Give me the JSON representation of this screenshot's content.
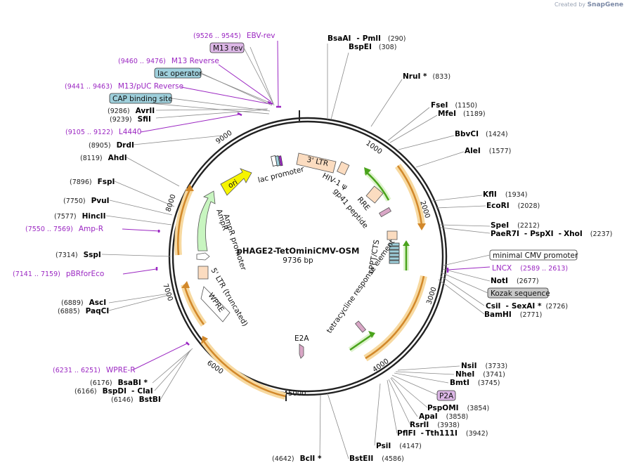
{
  "brand": {
    "prefix": "Created by",
    "name": "SnapGene"
  },
  "plasmid": {
    "name": "pHAGE2-TetOminiCMV-OSM",
    "length": "9736 bp"
  },
  "ticks": [
    "1000",
    "2000",
    "3000",
    "4000",
    "5000",
    "6000",
    "7000",
    "8000",
    "9000"
  ],
  "sites": [
    {
      "name": "BsaAI",
      "sep": "-",
      "name2": "PmlI",
      "pos": "(290)"
    },
    {
      "name": "BspEI",
      "pos": "(308)"
    },
    {
      "name": "NruI *",
      "pos": "(833)"
    },
    {
      "name": "FseI",
      "pos": "(1150)"
    },
    {
      "name": "MfeI",
      "pos": "(1189)"
    },
    {
      "name": "BbvCI",
      "pos": "(1424)"
    },
    {
      "name": "AleI",
      "pos": "(1577)"
    },
    {
      "name": "KflI",
      "pos": "(1934)"
    },
    {
      "name": "EcoRI",
      "pos": "(2028)"
    },
    {
      "name": "SpeI",
      "pos": "(2212)"
    },
    {
      "name": "PaeR7I",
      "sep": "-",
      "name2": "PspXI",
      "sep2": "-",
      "name3": "XhoI",
      "pos": "(2237)"
    },
    {
      "name": "NotI",
      "pos": "(2677)"
    },
    {
      "name": "CsiI",
      "sep": "-",
      "name2": "SexAI *",
      "pos": "(2726)"
    },
    {
      "name": "BamHI",
      "pos": "(2771)"
    },
    {
      "name": "NsiI",
      "pos": "(3733)"
    },
    {
      "name": "NheI",
      "pos": "(3741)"
    },
    {
      "name": "BmtI",
      "pos": "(3745)"
    },
    {
      "name": "PspOMI",
      "pos": "(3854)"
    },
    {
      "name": "ApaI",
      "pos": "(3858)"
    },
    {
      "name": "RsrII",
      "pos": "(3938)"
    },
    {
      "name": "PflFI",
      "sep": "-",
      "name2": "Tth111I",
      "pos": "(3942)"
    },
    {
      "name": "PsiI",
      "pos": "(4147)"
    },
    {
      "name": "BstEII",
      "pos": "(4586)"
    },
    {
      "name": "BclI *",
      "pos": "(4642)"
    },
    {
      "name": "BstBI",
      "pos": "(6146)"
    },
    {
      "name": "ClaI",
      "sep": "-",
      "pre": "BspDI",
      "pos": "(6166)"
    },
    {
      "name": "BsaBI *",
      "pos": "(6176)"
    },
    {
      "name": "PaqCI",
      "pos": "(6885)"
    },
    {
      "name": "AscI",
      "pos": "(6889)"
    },
    {
      "name": "SspI",
      "pos": "(7314)"
    },
    {
      "name": "HincII",
      "pos": "(7577)"
    },
    {
      "name": "PvuI",
      "pos": "(7750)"
    },
    {
      "name": "FspI",
      "pos": "(7896)"
    },
    {
      "name": "AhdI",
      "pos": "(8119)"
    },
    {
      "name": "DrdI",
      "pos": "(8905)"
    },
    {
      "name": "SfiI",
      "pos": "(9239)"
    },
    {
      "name": "AvrII",
      "pos": "(9286)"
    }
  ],
  "primers": [
    {
      "name": "EBV-rev",
      "range": "(9526 .. 9545)"
    },
    {
      "name": "M13 Reverse",
      "range": "(9460 .. 9476)"
    },
    {
      "name": "M13/pUC Reverse",
      "range": "(9441 .. 9463)"
    },
    {
      "name": "L4440",
      "range": "(9105 .. 9122)"
    },
    {
      "name": "Amp-R",
      "range": "(7550 .. 7569)"
    },
    {
      "name": "pBRforEco",
      "range": "(7141 .. 7159)"
    },
    {
      "name": "WPRE-R",
      "range": "(6231 .. 6251)"
    },
    {
      "name": "LNCX",
      "range": "(2589 .. 2613)"
    }
  ],
  "boxed_features": {
    "m13_rev": "M13 rev",
    "lac_operator": "lac operator",
    "cap_site": "CAP binding site",
    "min_cmv": "minimal CMV promoter",
    "kozak": "Kozak sequence",
    "p2a": "P2A"
  },
  "features": {
    "three_ltr": "3' LTR",
    "hiv_psi": "HIV-1 ψ",
    "rre": "RRE",
    "gp41": "gp41 peptide",
    "cppt": "cPPT/CTS",
    "tre": "tetracycline response element",
    "e2a": "E2A",
    "wpre": "WPRE",
    "five_ltr": "5' LTR (truncated)",
    "ampr_promoter": "AmpR promoter",
    "ampr": "AmpR",
    "ori": "ori",
    "lac_promoter": "lac promoter"
  },
  "colors": {
    "backbone": "#222222",
    "primer": "#9b27c2",
    "orf_highlight": "#f7d9a0",
    "orf_arrow": "#d2882a",
    "green_arrow": "#4aa31c",
    "ori": "#f6f400",
    "ampr": "#c8f5c0",
    "ltr": "#fbdcc0",
    "pink": "#d9a6c6",
    "cap_box": "#9fd0dc",
    "kozak_box": "#c9c9c9",
    "m13_box": "#dcb7e6"
  }
}
